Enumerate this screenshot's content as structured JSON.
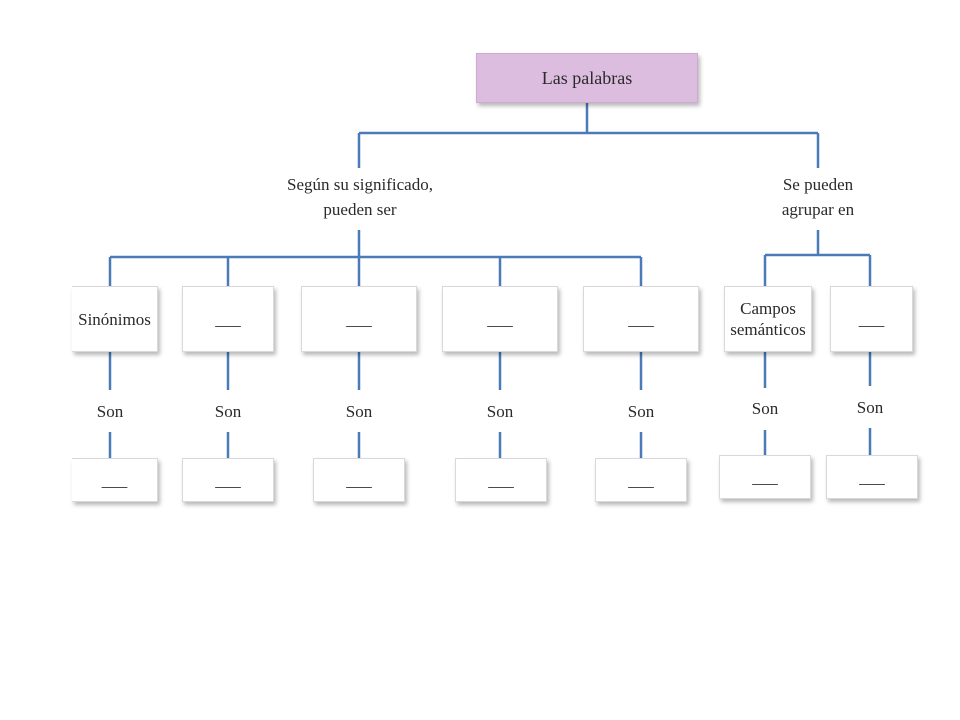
{
  "diagram": {
    "root": "Las palabras",
    "branch_left": [
      "Según su significado,",
      "pueden ser"
    ],
    "branch_right": [
      "Se pueden",
      "agrupar en"
    ],
    "left_categories": [
      "Sinónimos",
      "___",
      "___",
      "___",
      "___"
    ],
    "right_categories": [
      [
        "Campos",
        "semánticos"
      ],
      "___"
    ],
    "connector": "Son",
    "answers": [
      "___",
      "___",
      "___",
      "___",
      "___",
      "___",
      "___"
    ],
    "line_color": "#4a7ab8",
    "root_color": "#dcbde0"
  }
}
